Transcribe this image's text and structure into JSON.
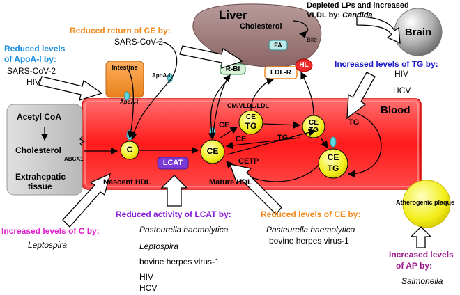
{
  "colors": {
    "orange": "#f28a1e",
    "blue_heading": "#1b8fe0",
    "dark_blue": "#1a1acc",
    "magenta": "#e020d0",
    "purple": "#8a1ed6",
    "dark_magenta": "#9a1a8a",
    "blood_red": "#ff2a2a",
    "liver_brown": "#a07a7a",
    "yellow": "#f2ee1a",
    "cyan": "#5fd8e0",
    "lcat_purple": "#7a3ad6"
  },
  "liver": {
    "label": "Liver",
    "cholesterol": "Cholesterol",
    "bile": "Bile",
    "fa": "FA",
    "rbi": "R-BI",
    "ldlr": "LDL-R",
    "hl": "HL"
  },
  "brain": {
    "label": "Brain",
    "note_line1": "Depleted LPs and increased",
    "note_line2_prefix": "VLDL by: ",
    "note_line2_pathogen": "Candida"
  },
  "reduced_return_ce": {
    "heading": "Reduced return of CE by:",
    "items": [
      "SARS-CoV-2"
    ]
  },
  "reduced_apoa1": {
    "heading_line1": "Reduced levels",
    "heading_line2": "of ApoA-I by:",
    "items": [
      "SARS-CoV-2",
      "HIV"
    ]
  },
  "increased_tg": {
    "heading": "Increased levels of TG by:",
    "items": [
      "HIV",
      "HCV"
    ]
  },
  "intestine": {
    "label": "Intestine",
    "apoa1_top": "ApoA-I",
    "apoa1_bottom": "ApoA-I"
  },
  "tissue": {
    "acetyl": "Acetyl CoA",
    "cholesterol": "Cholesterol",
    "abca1": "ABCA1",
    "extra_line1": "Extrahepatic",
    "extra_line2": "tissue"
  },
  "blood": {
    "label": "Blood",
    "c_label": "C",
    "ce_label": "CE",
    "tg_label": "TG",
    "cm_label": "CM/VLDL/LDL",
    "lcat": "LCAT",
    "cetp": "CETP",
    "nascent": "Nascent HDL",
    "mature": "Mature HDL",
    "arrow_ce_1": "CE",
    "arrow_ce_2": "CE",
    "arrow_tg_1": "TG",
    "arrow_tg_2": "TG"
  },
  "increased_c": {
    "heading": "Increased levels of C by:",
    "items": [
      "Leptospira"
    ]
  },
  "reduced_lcat": {
    "heading": "Reduced activity of LCAT by:",
    "items_italic": [
      "Pasteurella haemolytica",
      "Leptospira"
    ],
    "items": [
      "bovine herpes virus-1",
      "HIV",
      "HCV"
    ]
  },
  "reduced_ce": {
    "heading": "Reduced levels of CE by:",
    "items_italic": [
      "Pasteurella haemolytica"
    ],
    "items": [
      "bovine herpes virus-1"
    ]
  },
  "plaque": {
    "label": "Atherogenic plaque"
  },
  "increased_ap": {
    "heading_line1": "Increased levels",
    "heading_line2": "of AP by:",
    "items": [
      "Salmonella"
    ]
  }
}
